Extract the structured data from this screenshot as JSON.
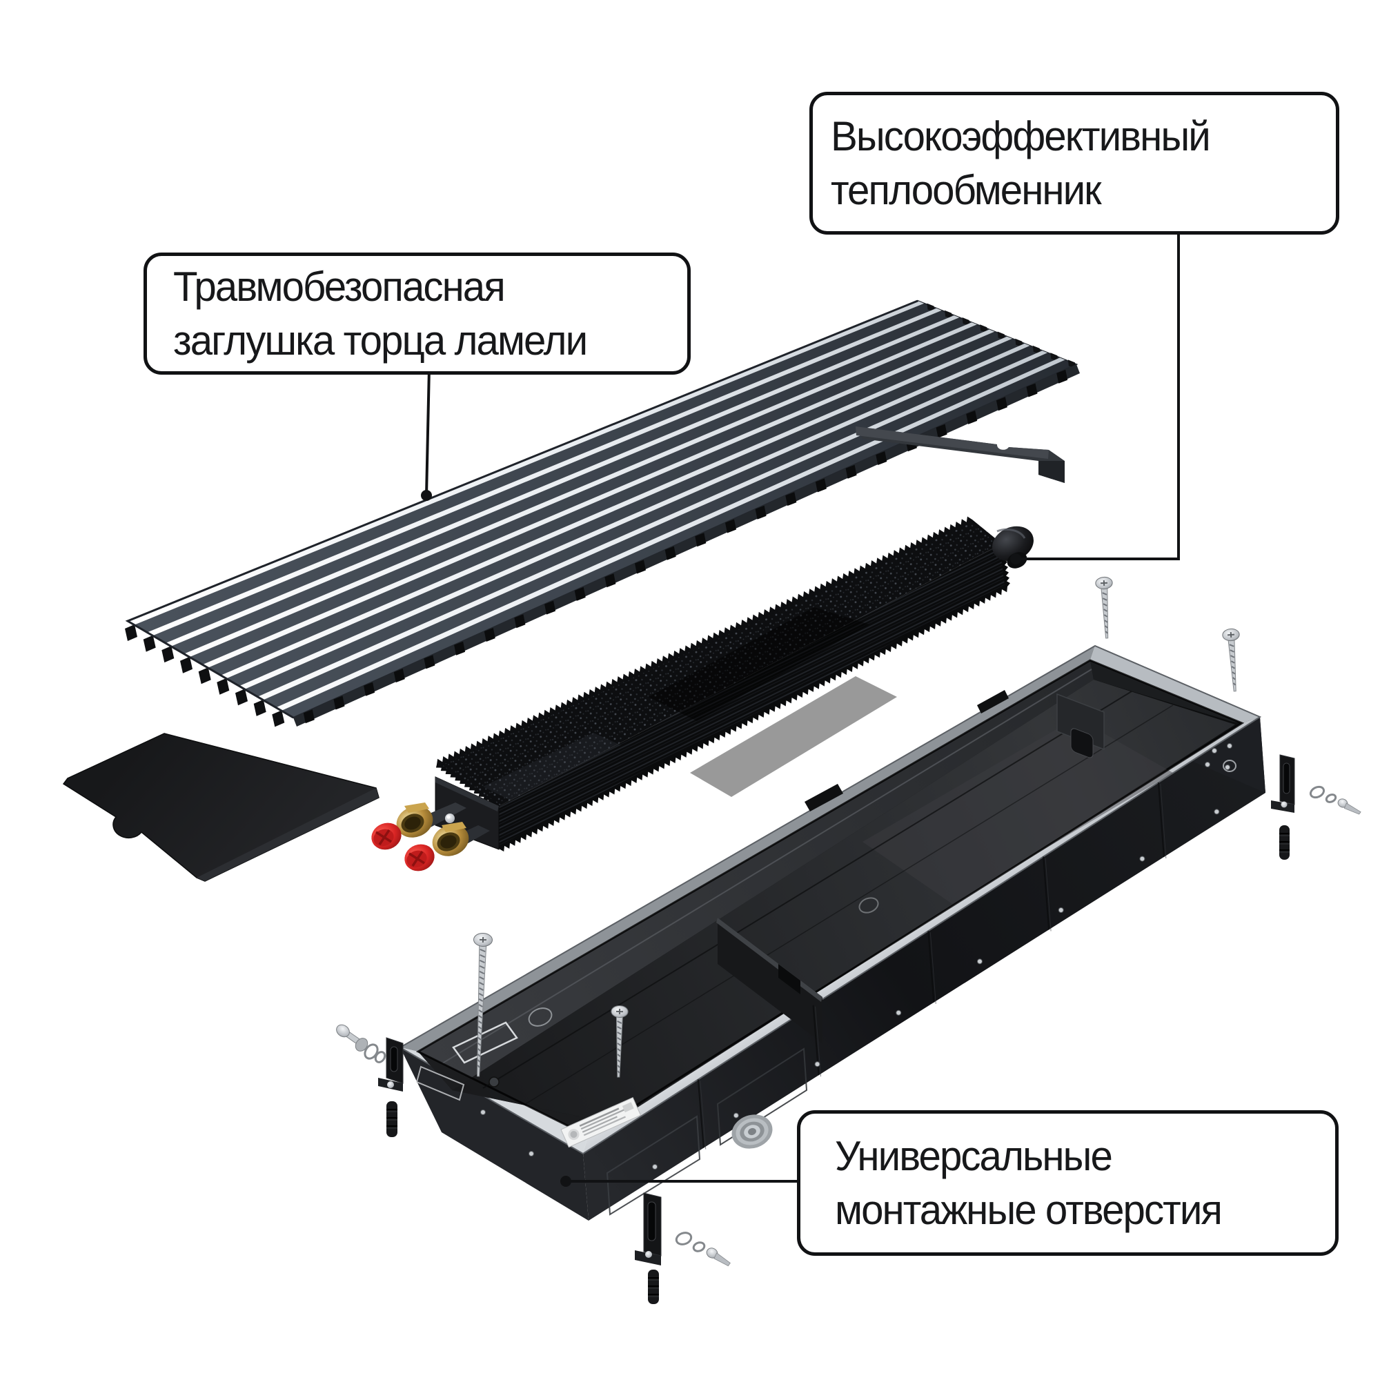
{
  "callouts": {
    "heat_exchanger": {
      "line1": "Высокоэффективный",
      "line2": "теплообменник"
    },
    "lamella_end_cap": {
      "line1": "Травмобезопасная",
      "line2": "заглушка торца ламели"
    },
    "mounting_holes": {
      "line1": "Универсальные",
      "line2": "монтажные отверстия"
    }
  },
  "colors": {
    "background": "#ffffff",
    "outline": "#111214",
    "grille_slat_highlight": "#f5f8fa",
    "grille_body_dark": "#3d444d",
    "exchanger_black": "#0d0e10",
    "brass_fitting": "#b4893a",
    "plug_red": "#e03131",
    "rim_silver": "#d9dde0",
    "casing_black": "#16171a"
  }
}
